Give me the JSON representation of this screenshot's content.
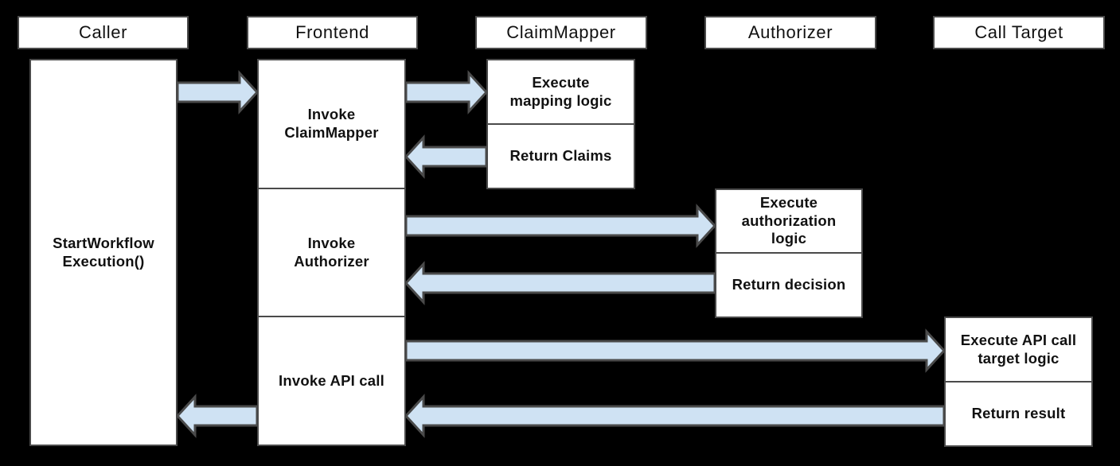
{
  "colors": {
    "background": "#000000",
    "box_fill": "#ffffff",
    "box_border": "#4a4a4a",
    "arrow_fill": "#cfe2f3",
    "arrow_stroke": "#4a4a4a",
    "text": "#111111"
  },
  "actors": [
    {
      "label": "Caller"
    },
    {
      "label": "Frontend"
    },
    {
      "label": "ClaimMapper"
    },
    {
      "label": "Authorizer"
    },
    {
      "label": "Call Target"
    }
  ],
  "steps": {
    "caller": [
      "StartWorkflow\nExecution()"
    ],
    "frontend": [
      "Invoke\nClaimMapper",
      "Invoke\nAuthorizer",
      "Invoke API call"
    ],
    "claimmapper": [
      "Execute\nmapping logic",
      "Return Claims"
    ],
    "authorizer": [
      "Execute\nauthorization\nlogic",
      "Return decision"
    ],
    "calltarget": [
      "Execute API call\ntarget logic",
      "Return result"
    ]
  },
  "messages": [
    {
      "from": "Caller",
      "to": "Frontend"
    },
    {
      "from": "Frontend",
      "to": "ClaimMapper"
    },
    {
      "from": "ClaimMapper",
      "to": "Frontend"
    },
    {
      "from": "Frontend",
      "to": "Authorizer"
    },
    {
      "from": "Authorizer",
      "to": "Frontend"
    },
    {
      "from": "Frontend",
      "to": "Call Target"
    },
    {
      "from": "Call Target",
      "to": "Frontend"
    },
    {
      "from": "Frontend",
      "to": "Caller"
    }
  ]
}
